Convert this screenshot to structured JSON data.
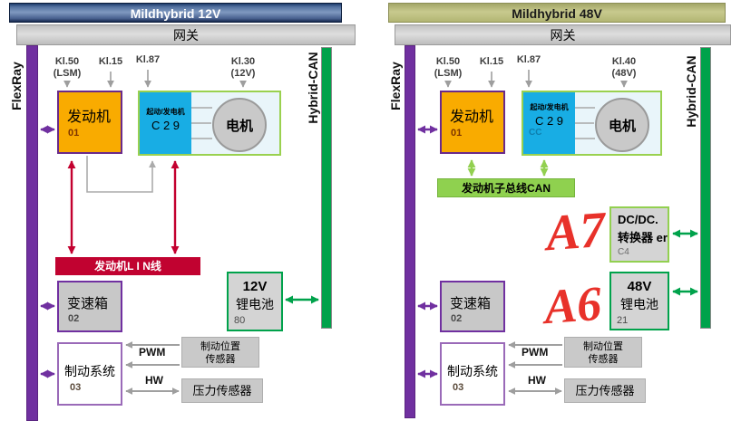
{
  "colors": {
    "flexray_purple": "#7030a0",
    "hybrid_can_green": "#00a24b",
    "lin_red": "#c10230",
    "subbus_green": "#8fd14f",
    "engine_orange": "#f9ab00",
    "starter_cyan": "#18ade4",
    "annotation_red": "#e8312a",
    "header12_blue": "#53719f",
    "header48_olive": "#b2b573"
  },
  "left": {
    "title": "Mildhybrid 12V",
    "gateway": "网关",
    "flexray": "FlexRay",
    "hybrid_can": "Hybrid-CAN",
    "kl": [
      {
        "l1": "Kl.50",
        "l2": "(LSM)"
      },
      {
        "l1": "Kl.15",
        "l2": ""
      },
      {
        "l1": "Kl.87",
        "l2": ""
      },
      {
        "l1": "Kl.30",
        "l2": "(12V)"
      }
    ],
    "engine": {
      "name": "发动机",
      "id": "01"
    },
    "starter_gen": {
      "name": "起动/发电机",
      "code": "C 2 9",
      "sub": ""
    },
    "motor": "电机",
    "lin_bus": "发动机L I N线",
    "gearbox": {
      "name": "变速箱",
      "id": "02"
    },
    "battery": {
      "voltage": "12V",
      "name": "锂电池",
      "id": "80"
    },
    "brake": {
      "name": "制动系统",
      "id": "03"
    },
    "brake_pos_sensor": {
      "l1": "制动位置",
      "l2": "传感器"
    },
    "pressure_sensor": "压力传感器",
    "pwm": "PWM",
    "hw": "HW"
  },
  "right": {
    "title": "Mildhybrid 48V",
    "gateway": "网关",
    "flexray": "FlexRay",
    "hybrid_can": "Hybrid-CAN",
    "kl": [
      {
        "l1": "Kl.50",
        "l2": "(LSM)"
      },
      {
        "l1": "Kl.15",
        "l2": ""
      },
      {
        "l1": "Kl.87",
        "l2": ""
      },
      {
        "l1": "Kl.40",
        "l2": "(48V)"
      }
    ],
    "engine": {
      "name": "发动机",
      "id": "01"
    },
    "starter_gen": {
      "name": "起动/发电机",
      "code": "C 2 9",
      "sub": "CC"
    },
    "motor": "电机",
    "subbus_can": "发动机子总线CAN",
    "dcdc": {
      "l1": "DC/DC.",
      "l2": "转换器 er",
      "id": "C4"
    },
    "gearbox": {
      "name": "变速箱",
      "id": "02"
    },
    "battery": {
      "voltage": "48V",
      "name": "锂电池",
      "id": "21"
    },
    "brake": {
      "name": "制动系统",
      "id": "03"
    },
    "brake_pos_sensor": {
      "l1": "制动位置",
      "l2": "传感器"
    },
    "pressure_sensor": "压力传感器",
    "pwm": "PWM",
    "hw": "HW",
    "annotation_top": "A7",
    "annotation_bottom": "A6"
  }
}
